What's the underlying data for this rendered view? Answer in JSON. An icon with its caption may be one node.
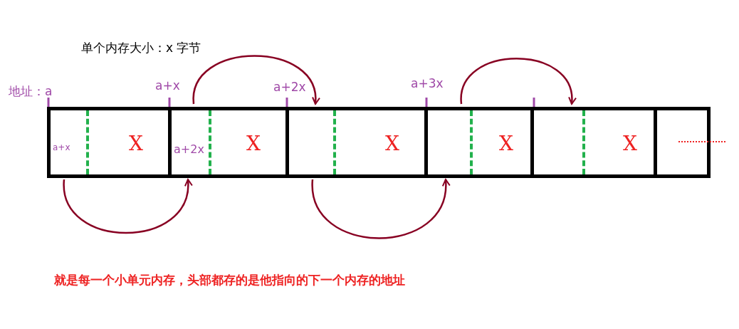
{
  "diagram": {
    "title": "单个内存大小：x 字节",
    "caption": "就是每一个小单元内存，头部都存的是他指向的下一个内存的地址",
    "nodes": [
      {
        "text": [
          "a+x",
          "X"
        ],
        "beside": [
          "地址：a"
        ]
      },
      {
        "text": [
          "a+2x",
          "X"
        ],
        "beside": [
          "a+x"
        ]
      },
      {
        "text": [
          "X"
        ],
        "beside": [
          "a+2x"
        ]
      },
      {
        "text": [
          "X"
        ],
        "beside": [
          "a+3x"
        ]
      },
      {
        "text": [
          "X"
        ]
      },
      {
        "text": [],
        "shape": "box"
      }
    ],
    "edges": [
      {
        "from": 0,
        "to": 1,
        "arrow": "to"
      },
      {
        "from": 1,
        "to": 2,
        "arrow": "to"
      },
      {
        "from": 2,
        "to": 3,
        "arrow": "to"
      },
      {
        "from": 3,
        "to": 4,
        "arrow": "to"
      }
    ]
  }
}
